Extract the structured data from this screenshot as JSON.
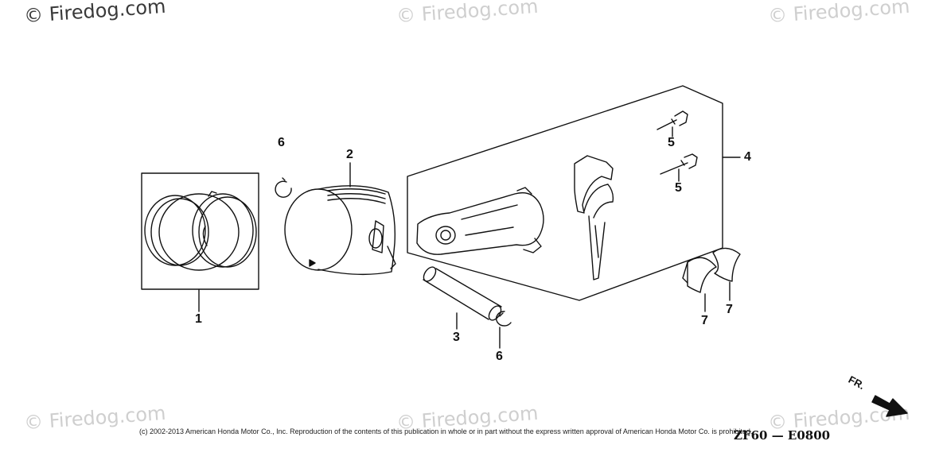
{
  "watermarks": {
    "top_left": "© Firedog.com",
    "top_center": "© Firedog.com",
    "top_right": "© Firedog.com",
    "bottom_left": "© Firedog.com",
    "bottom_center": "© Firedog.com",
    "bottom_right": "© Firedog.com"
  },
  "callouts": {
    "c1": "1",
    "c2": "2",
    "c3": "3",
    "c4": "4",
    "c5a": "5",
    "c5b": "5",
    "c6a": "6",
    "c6b": "6",
    "c7a": "7",
    "c7b": "7"
  },
  "footer": {
    "copyright": "(c) 2002-2013 American Honda Motor Co., Inc. Reproduction of the contents of this publication in whole or in part without the express written approval of American Honda Motor Co. is prohibited.",
    "diagram_code": "ZF60 — E0800"
  },
  "direction_marker": {
    "label": "FR."
  }
}
